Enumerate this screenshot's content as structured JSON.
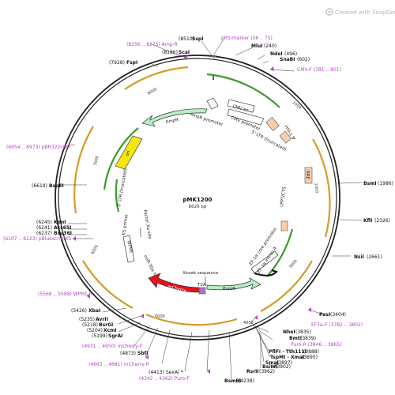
{
  "brand": {
    "text": "Created with SnapGene®"
  },
  "plasmid": {
    "name": "pMK1200",
    "size": "8626 bp"
  },
  "ticks": [
    "1000",
    "2000",
    "3000",
    "4000",
    "5000",
    "6000",
    "7000",
    "8000"
  ],
  "features": [
    {
      "label": "AmpR promoter"
    },
    {
      "label": "AmpR"
    },
    {
      "label": "ori"
    },
    {
      "label": "5' LTR (truncated)"
    },
    {
      "label": "KS primer"
    },
    {
      "label": "Factor Xa site"
    },
    {
      "label": "WPRE"
    },
    {
      "label": "miR-30a loop"
    },
    {
      "label": "mCherry"
    },
    {
      "label": "T2A"
    },
    {
      "label": "PuroR"
    },
    {
      "label": "Kozak sequence"
    },
    {
      "label": "EF-1α core promoter"
    },
    {
      "label": "EF-1α intron A"
    },
    {
      "label": "cPPT/CTS"
    },
    {
      "label": "RRE"
    },
    {
      "label": "HIV-1 Ψ"
    },
    {
      "label": "5' LTR (truncated)"
    },
    {
      "label": "CMV promoter"
    },
    {
      "label": "CMV en..."
    }
  ],
  "sites": [
    {
      "name": "SspI",
      "pos": "(8510)"
    },
    {
      "name": "ScaI",
      "pos": "(8186)"
    },
    {
      "name": "FspI",
      "pos": "(7928)"
    },
    {
      "name": "MluI",
      "pos": "(240)"
    },
    {
      "name": "NdeI",
      "pos": "(496)"
    },
    {
      "name": "SnaBI",
      "pos": "(602)"
    },
    {
      "name": "BspEI",
      "pos": "(6619)"
    },
    {
      "name": "BsmI",
      "pos": "(1986)"
    },
    {
      "name": "KflI",
      "pos": "(2326)"
    },
    {
      "name": "KpnI",
      "pos": "(6245)"
    },
    {
      "name": "Acc65I",
      "pos": "(6241)"
    },
    {
      "name": "Bsu36I",
      "pos": "(6237)"
    },
    {
      "name": "NsiI",
      "pos": "(2661)"
    },
    {
      "name": "XbaI",
      "pos": "(5426)"
    },
    {
      "name": "AvrII",
      "pos": "(5235)"
    },
    {
      "name": "BsrGI",
      "pos": "(5218)"
    },
    {
      "name": "XcmI",
      "pos": "(5204)"
    },
    {
      "name": "SgrAI",
      "pos": "(5199)"
    },
    {
      "name": "PasI",
      "pos": "(3404)"
    },
    {
      "name": "NheI",
      "pos": "(3835)"
    },
    {
      "name": "BmtI",
      "pos": "(3839)"
    },
    {
      "name": "PflFI - Tth111I",
      "pos": "(3888)"
    },
    {
      "name": "TspMI - XmaI",
      "pos": "(3895)"
    },
    {
      "name": "SmaI",
      "pos": "(3897)"
    },
    {
      "name": "BsiWI",
      "pos": "(3902)"
    },
    {
      "name": "RsrII",
      "pos": "(3962)"
    },
    {
      "name": "BsmBI",
      "pos": "(4238)"
    },
    {
      "name": "SbfI",
      "pos": "(4873)"
    },
    {
      "name": "SexAI *",
      "pos": "(4413)"
    }
  ],
  "primers": [
    {
      "label": "(8256 .. 8275)  Amp-R"
    },
    {
      "label": "pRS-marker  (56 .. 75)"
    },
    {
      "label": "CMV-F  (781 .. 801)"
    },
    {
      "label": "(6954 .. 6973)  pBR322ori-F"
    },
    {
      "label": "(6107 .. 6123)  pBluescriptKS"
    },
    {
      "label": "(5568 .. 5588)  WPRE-R"
    },
    {
      "label": "EF1a-F  (3782 .. 3802)"
    },
    {
      "label": "Puro-R  (3846 .. 3865)"
    },
    {
      "label": "(4931 .. 4950)  mCherry-F"
    },
    {
      "label": "(4663 .. 4681)  mCherry-R"
    },
    {
      "label": "(4342 .. 4362)  Puro-F"
    }
  ]
}
